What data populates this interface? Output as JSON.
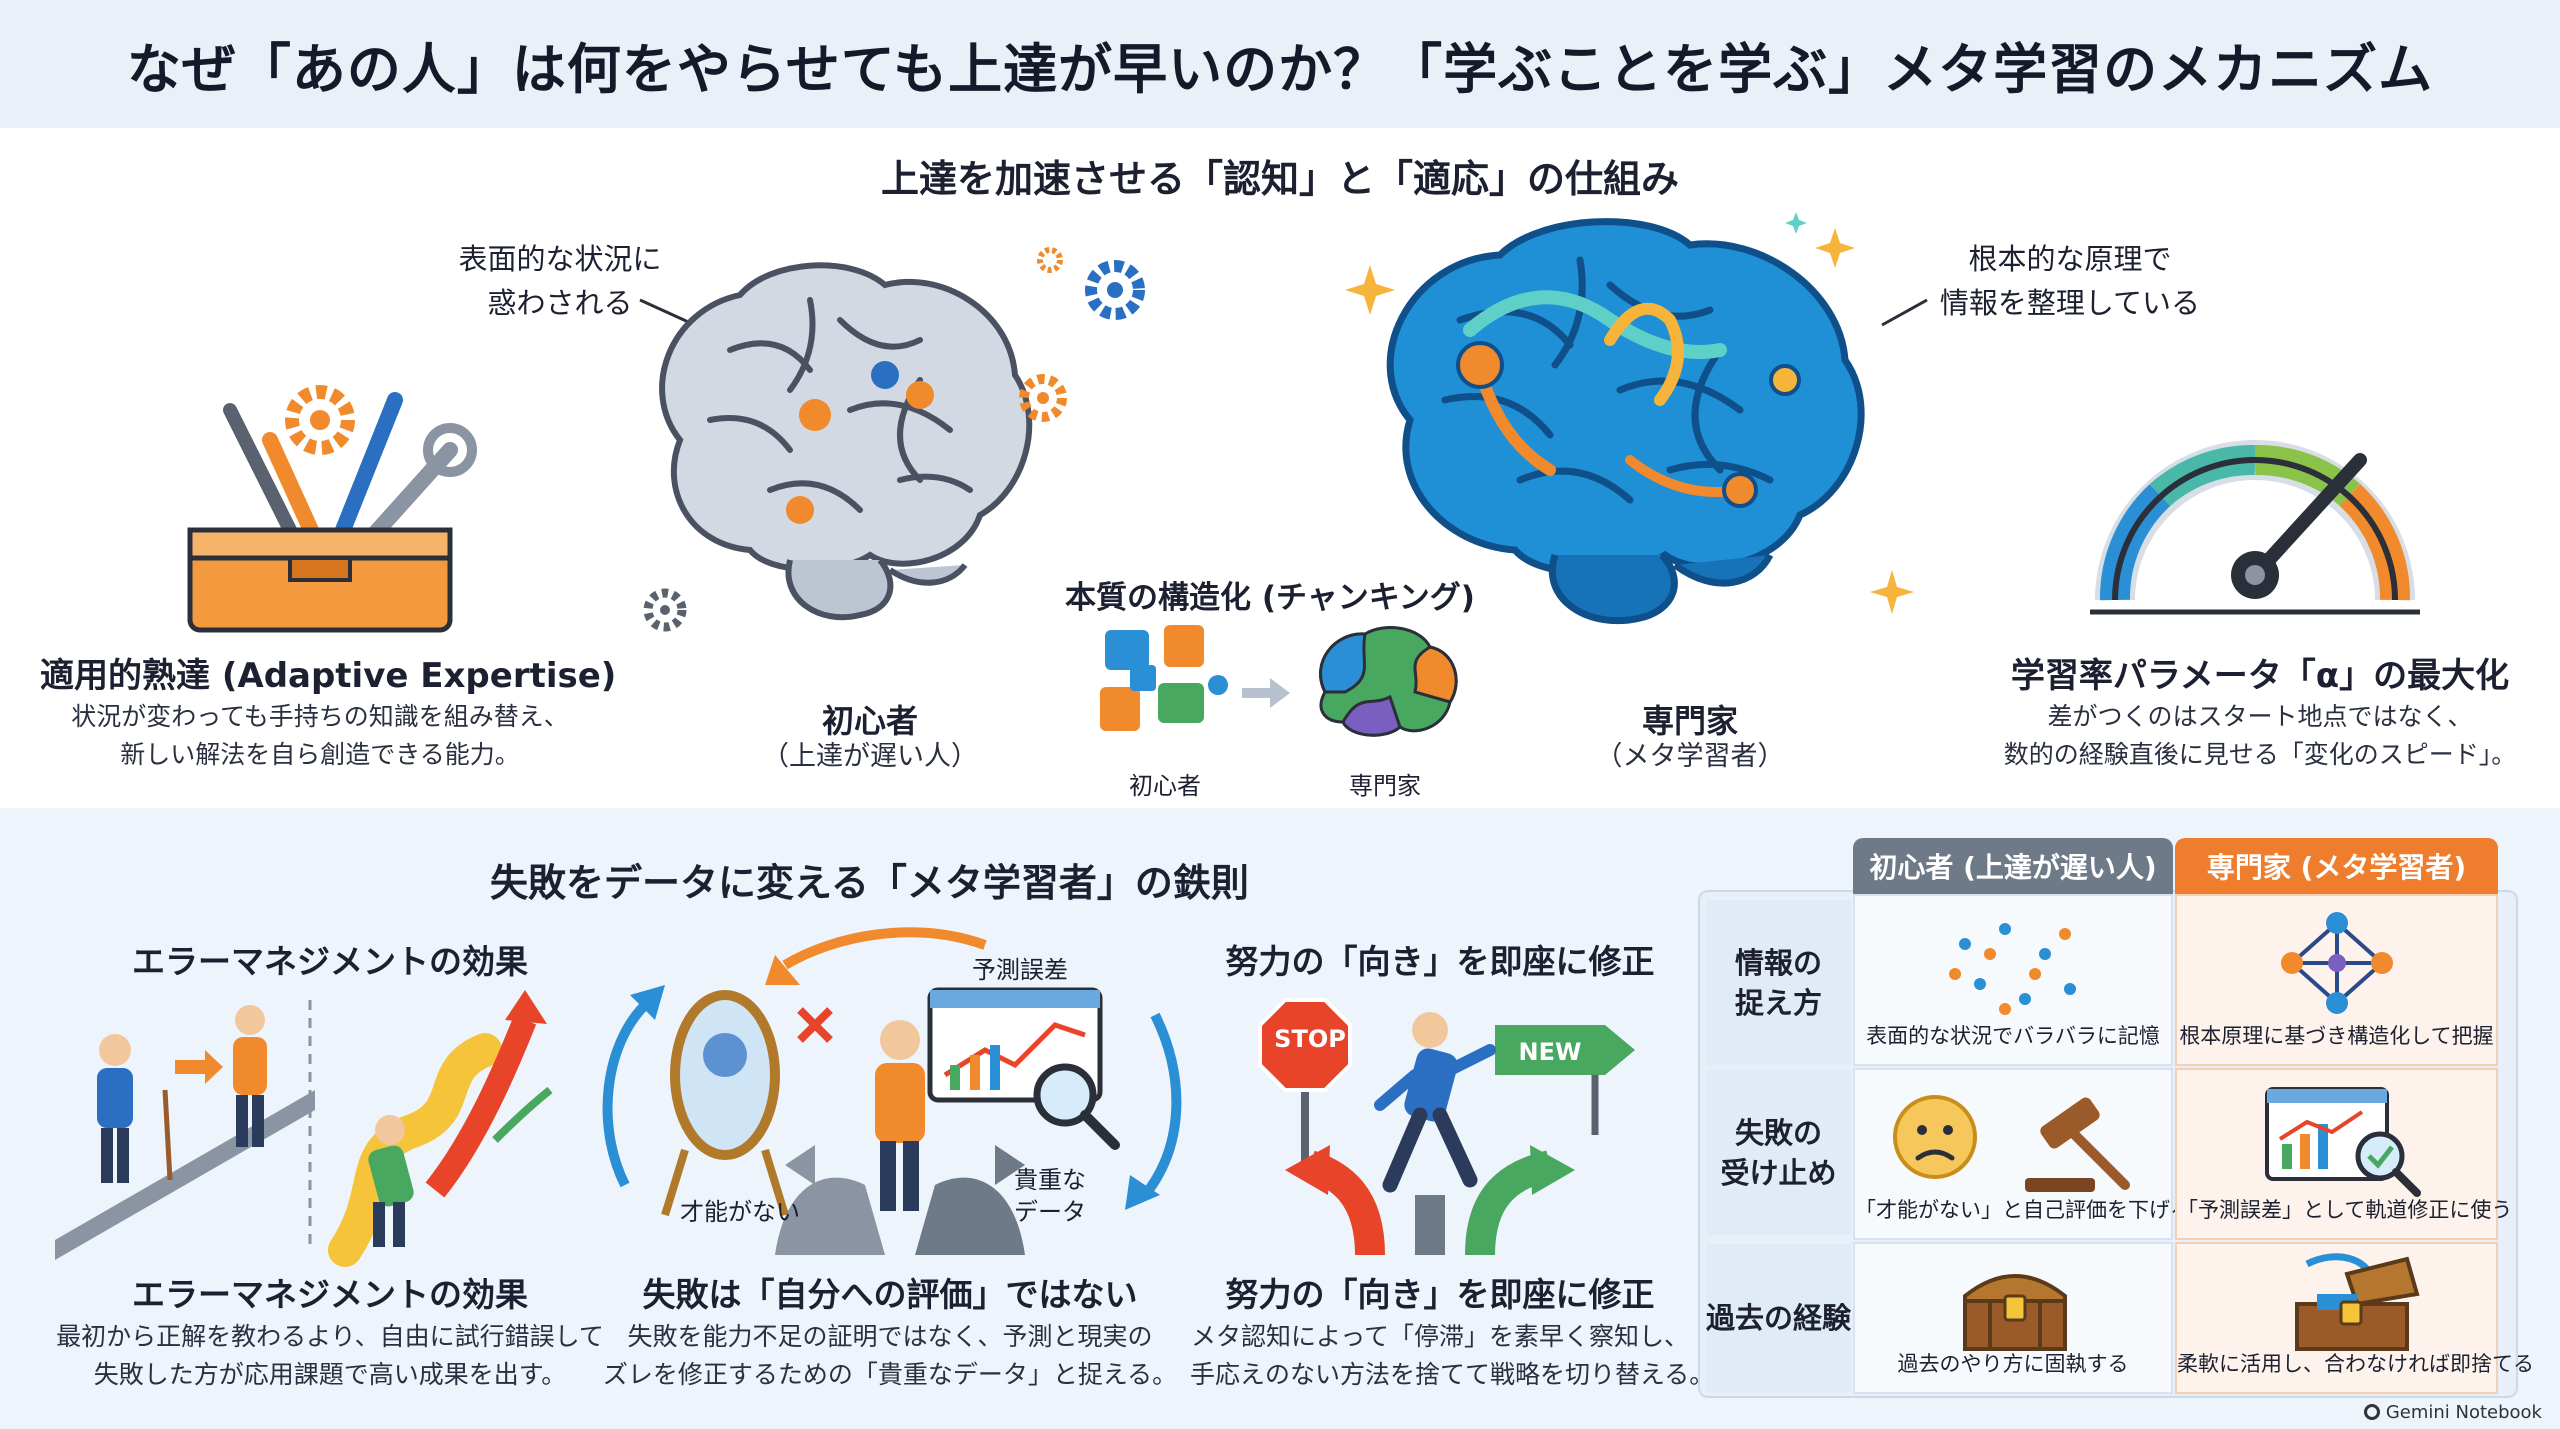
{
  "header": {
    "title": "なぜ「あの人」は何をやらせても上達が早いのか？「学ぶことを学ぶ」メタ学習のメカニズム"
  },
  "top": {
    "section_title": "上達を加速させる「認知」と「適応」の仕組み",
    "adaptive": {
      "title": "適用的熟達 (Adaptive Expertise)",
      "desc_1": "状況が変わっても手持ちの知識を組み替え、",
      "desc_2": "新しい解法を自ら創造できる能力。"
    },
    "novice_callout": {
      "line_1": "表面的な状況に",
      "line_2": "惑わされる"
    },
    "novice": {
      "title": "初心者",
      "subtitle": "（上達が遅い人）"
    },
    "chunking": {
      "title": "本質の構造化 (チャンキング)",
      "left_label": "初心者",
      "right_label": "専門家"
    },
    "expert_callout": {
      "line_1": "根本的な原理で",
      "line_2": "情報を整理している"
    },
    "expert": {
      "title": "専門家",
      "subtitle": "（メタ学習者）"
    },
    "learning_rate": {
      "title": "学習率パラメータ「α」の最大化",
      "desc_1": "差がつくのはスタート地点ではなく、",
      "desc_2": "数的の経験直後に見せる「変化のスピード」。"
    }
  },
  "bottom": {
    "section_title": "失敗をデータに変える「メタ学習者」の鉄則",
    "error_mgmt": {
      "heading": "エラーマネジメントの効果",
      "title": "エラーマネジメントの効果",
      "desc_1": "最初から正解を教わるより、自由に試行錯誤して",
      "desc_2": "失敗した方が応用課題で高い成果を出す。"
    },
    "failure": {
      "label_prediction": "予測誤差",
      "label_talent": "才能がない",
      "label_data_1": "貴重な",
      "label_data_2": "データ",
      "title": "失敗は「自分への評価」ではない",
      "desc_1": "失敗を能力不足の証明ではなく、予測と現実の",
      "desc_2": "ズレを修正するための「貴重なデータ」と捉える。"
    },
    "direction": {
      "heading": "努力の「向き」を即座に修正",
      "stop_sign": "STOP",
      "new_sign": "NEW",
      "title": "努力の「向き」を即座に修正",
      "desc_1": "メタ認知によって「停滞」を素早く察知し、",
      "desc_2": "手応えのない方法を捨てて戦略を切り替える。"
    }
  },
  "table": {
    "col_novice": "初心者 (上達が遅い人)",
    "col_expert": "専門家 (メタ学習者)",
    "rows": [
      {
        "head": "情報の\n捉え方",
        "novice": "表面的な状況でバラバラに記憶",
        "expert": "根本原理に基づき構造化して把握"
      },
      {
        "head": "失敗の\n受け止め",
        "novice": "「才能がない」と自己評価を下げる",
        "expert": "「予測誤差」として軌道修正に使う"
      },
      {
        "head": "過去の経験",
        "novice": "過去のやり方に固執する",
        "expert": "柔軟に活用し、合わなければ即捨てる"
      }
    ]
  },
  "footer": {
    "brand": "Gemini Notebook"
  },
  "colors": {
    "novice_header": "#6e7a88",
    "expert_header": "#ef7d2e",
    "expert_brain": "#1f8fd6",
    "accent_orange": "#f08a2c",
    "novice_brain": "#c9d1dc"
  }
}
